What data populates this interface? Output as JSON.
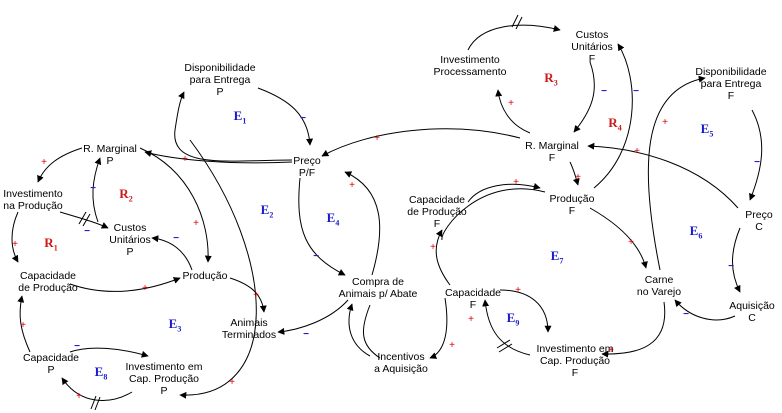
{
  "nodes": [
    {
      "id": "disp-entrega-p",
      "lines": [
        "Disponibilidade",
        "para Entrega",
        "P"
      ]
    },
    {
      "id": "r-marginal-p",
      "lines": [
        "R. Marginal",
        "P"
      ]
    },
    {
      "id": "investimento-producao",
      "lines": [
        "Investimento",
        "na Produção"
      ]
    },
    {
      "id": "custos-unitarios-p",
      "lines": [
        "Custos",
        "Unitários",
        "P"
      ]
    },
    {
      "id": "capacidade-producao-p",
      "lines": [
        "Capacidade",
        "de Produção"
      ]
    },
    {
      "id": "producao-p",
      "lines": [
        "Produção"
      ]
    },
    {
      "id": "capacidade-p",
      "lines": [
        "Capacidade",
        "P"
      ]
    },
    {
      "id": "investimento-cap-p",
      "lines": [
        "Investimento em",
        "Cap. Produção",
        "P"
      ]
    },
    {
      "id": "animais-terminados",
      "lines": [
        "Animais",
        "Terminados"
      ]
    },
    {
      "id": "preco-pf",
      "lines": [
        "Preço",
        "P/F"
      ]
    },
    {
      "id": "compra-animais",
      "lines": [
        "Compra de",
        "Animais p/ Abate"
      ]
    },
    {
      "id": "incentivos",
      "lines": [
        "Incentivos",
        "a Aquisição"
      ]
    },
    {
      "id": "investimento-processamento",
      "lines": [
        "Investimento",
        "Processamento"
      ]
    },
    {
      "id": "custos-unitarios-f",
      "lines": [
        "Custos",
        "Unitários",
        "F"
      ]
    },
    {
      "id": "r-marginal-f",
      "lines": [
        "R. Marginal",
        "F"
      ]
    },
    {
      "id": "capacidade-producao-f",
      "lines": [
        "Capacidade",
        "de Produção",
        "F"
      ]
    },
    {
      "id": "producao-f",
      "lines": [
        "Produção",
        "F"
      ]
    },
    {
      "id": "capacidade-f",
      "lines": [
        "Capacidade",
        "F"
      ]
    },
    {
      "id": "investimento-cap-f",
      "lines": [
        "Investimento em",
        "Cap. Produção",
        "F"
      ]
    },
    {
      "id": "carne-varejo",
      "lines": [
        "Carne",
        "no Varejo"
      ]
    },
    {
      "id": "disp-entrega-f",
      "lines": [
        "Disponibilidade",
        "para Entrega",
        "F"
      ]
    },
    {
      "id": "preco-c",
      "lines": [
        "Preço",
        "C"
      ]
    },
    {
      "id": "aquisicao-c",
      "lines": [
        "Aquisição",
        "C"
      ]
    }
  ],
  "loops": [
    {
      "id": "e1",
      "main": "E",
      "sub": "1",
      "kind": "bal"
    },
    {
      "id": "e2",
      "main": "E",
      "sub": "2",
      "kind": "bal"
    },
    {
      "id": "e3",
      "main": "E",
      "sub": "3",
      "kind": "bal"
    },
    {
      "id": "e4",
      "main": "E",
      "sub": "4",
      "kind": "bal"
    },
    {
      "id": "e5",
      "main": "E",
      "sub": "5",
      "kind": "bal"
    },
    {
      "id": "e6",
      "main": "E",
      "sub": "6",
      "kind": "bal"
    },
    {
      "id": "e7",
      "main": "E",
      "sub": "7",
      "kind": "bal"
    },
    {
      "id": "e8",
      "main": "E",
      "sub": "8",
      "kind": "bal"
    },
    {
      "id": "e9",
      "main": "E",
      "sub": "9",
      "kind": "bal"
    },
    {
      "id": "r1",
      "main": "R",
      "sub": "1",
      "kind": "rein"
    },
    {
      "id": "r2",
      "main": "R",
      "sub": "2",
      "kind": "rein"
    },
    {
      "id": "r3",
      "main": "R",
      "sub": "3",
      "kind": "rein"
    },
    {
      "id": "r4",
      "main": "R",
      "sub": "4",
      "kind": "rein"
    }
  ],
  "polarities": {
    "plus": "+",
    "minus": "−"
  },
  "colors": {
    "plus": "#e00000",
    "minus": "#1a1acc",
    "balancing": "#1a1acc",
    "reinforcing": "#cc1a1a"
  }
}
